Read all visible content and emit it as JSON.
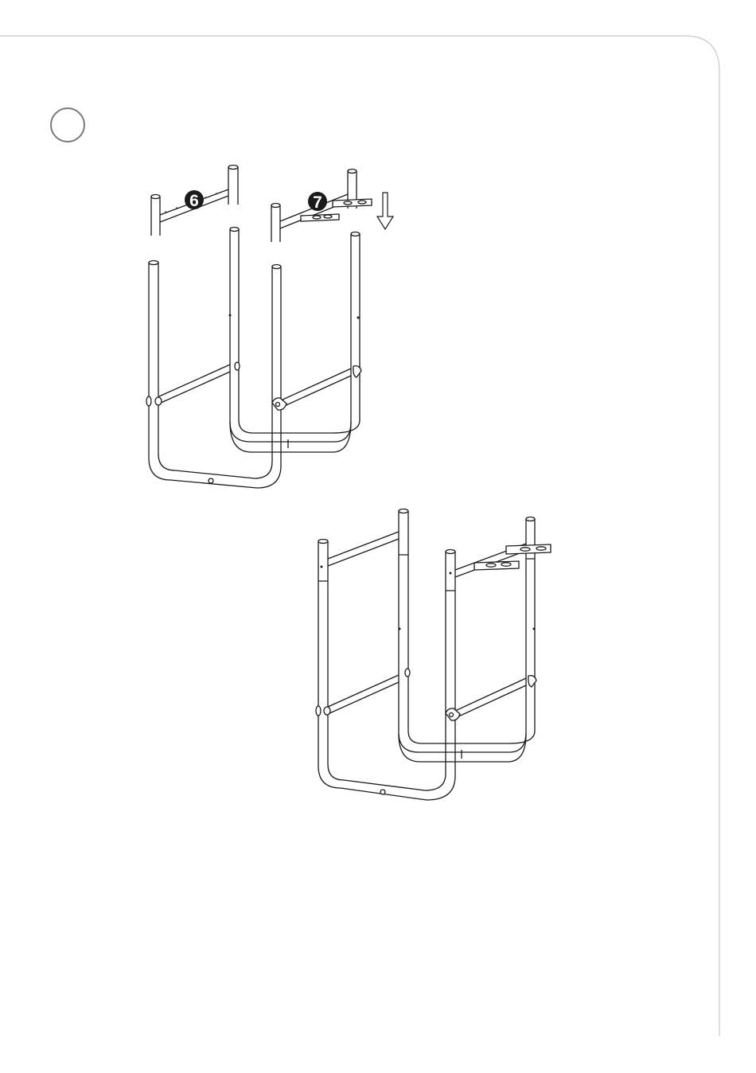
{
  "step": {
    "number": ""
  },
  "callouts": [
    {
      "id": "part-6",
      "label": "6"
    },
    {
      "id": "part-7",
      "label": "7"
    }
  ],
  "icons": {
    "direction": "arrow-down-icon"
  },
  "colors": {
    "line": "#1a1a1a",
    "frame": "#c8c8c8",
    "callout_fill": "#1a1a1a"
  }
}
